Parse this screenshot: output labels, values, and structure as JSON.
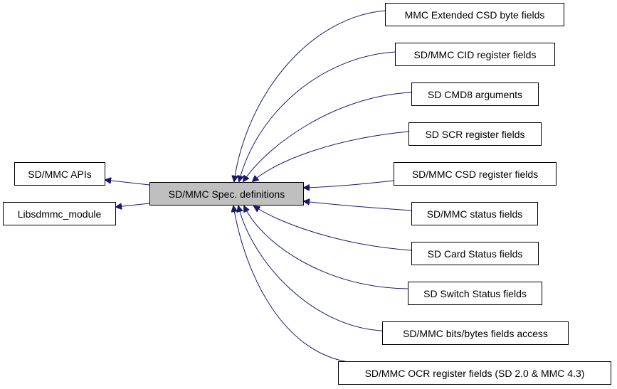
{
  "colors": {
    "edge": "#191970",
    "node_bg": "#ffffff",
    "current_bg": "#bfbfbf",
    "border": "#000000"
  },
  "diagram": {
    "current": "SD/MMC Spec. definitions",
    "parents": [
      "SD/MMC APIs",
      "Libsdmmc_module"
    ],
    "children": [
      "MMC Extended CSD byte fields",
      "SD/MMC CID register fields",
      "SD CMD8 arguments",
      "SD SCR register fields",
      "SD/MMC CSD register fields",
      "SD/MMC status fields",
      "SD Card Status fields",
      "SD Switch Status fields",
      "SD/MMC bits/bytes fields access",
      "SD/MMC OCR register fields (SD 2.0 & MMC 4.3)"
    ]
  }
}
